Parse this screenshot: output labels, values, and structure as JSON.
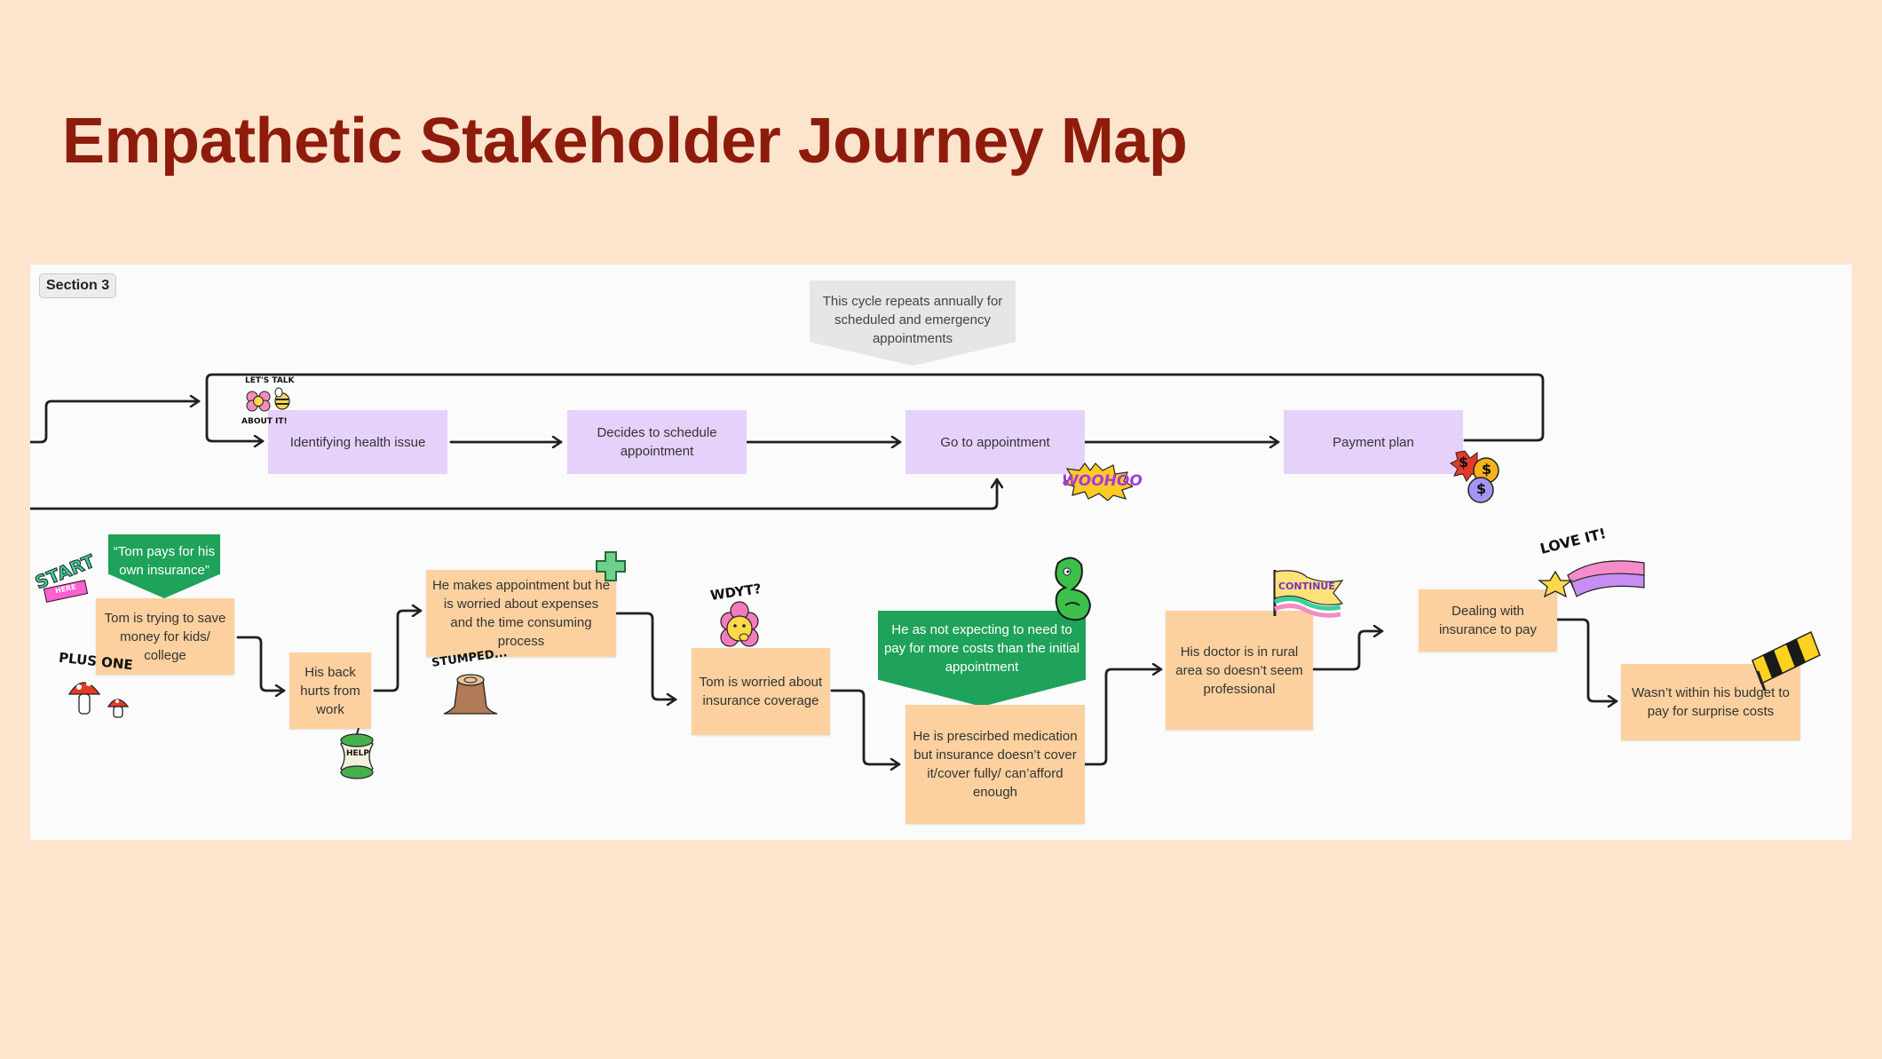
{
  "title": "Empathetic Stakeholder Journey Map",
  "section_label": "Section 3",
  "cycle_note": "This cycle repeats annually for scheduled and emergency appointments",
  "top_steps": [
    {
      "label": "Identifying health issue"
    },
    {
      "label": "Decides to schedule appointment"
    },
    {
      "label": "Go to appointment"
    },
    {
      "label": "Payment plan"
    }
  ],
  "callouts": {
    "pays_insurance": "“Tom pays for his own insurance”",
    "unexpected_costs": "He as not expecting to need to pay for more costs than the initial appointment"
  },
  "bottom_steps": [
    {
      "label": "Tom is trying to save money for kids/ college"
    },
    {
      "label": "His back hurts from work"
    },
    {
      "label": "He makes appointment but he is worried about expenses and the time consuming process"
    },
    {
      "label": "Tom is worried about insurance coverage"
    },
    {
      "label": "He is prescirbed medication but insurance doesn’t cover it/cover fully/ can’afford enough"
    },
    {
      "label": "His doctor is in rural area so doesn’t seem professional"
    },
    {
      "label": "Dealing with insurance to pay"
    },
    {
      "label": "Wasn’t within his budget to pay for surprise costs"
    }
  ],
  "stickers": {
    "lets_talk": "LET'S TALK",
    "about_it": "ABOUT IT!",
    "woohoo": "WOOHOO",
    "start": "START",
    "start_sub": "HERE",
    "plus_one": "PLUS ONE",
    "stumped": "STUMPED...",
    "wdyt": "WDYT?",
    "continue": "CONTINUE",
    "love_it": "LOVE IT!",
    "dollar": "$",
    "help": "HELP"
  },
  "colors": {
    "background": "#fde4cc",
    "title": "#8e1c0c",
    "board": "#fbfbfb",
    "purple_node": "#e6d1fb",
    "orange_node": "#fcd19f",
    "green_callout": "#1fa25a",
    "gray_callout": "#e6e6e6",
    "connector": "#1f1f1f"
  }
}
